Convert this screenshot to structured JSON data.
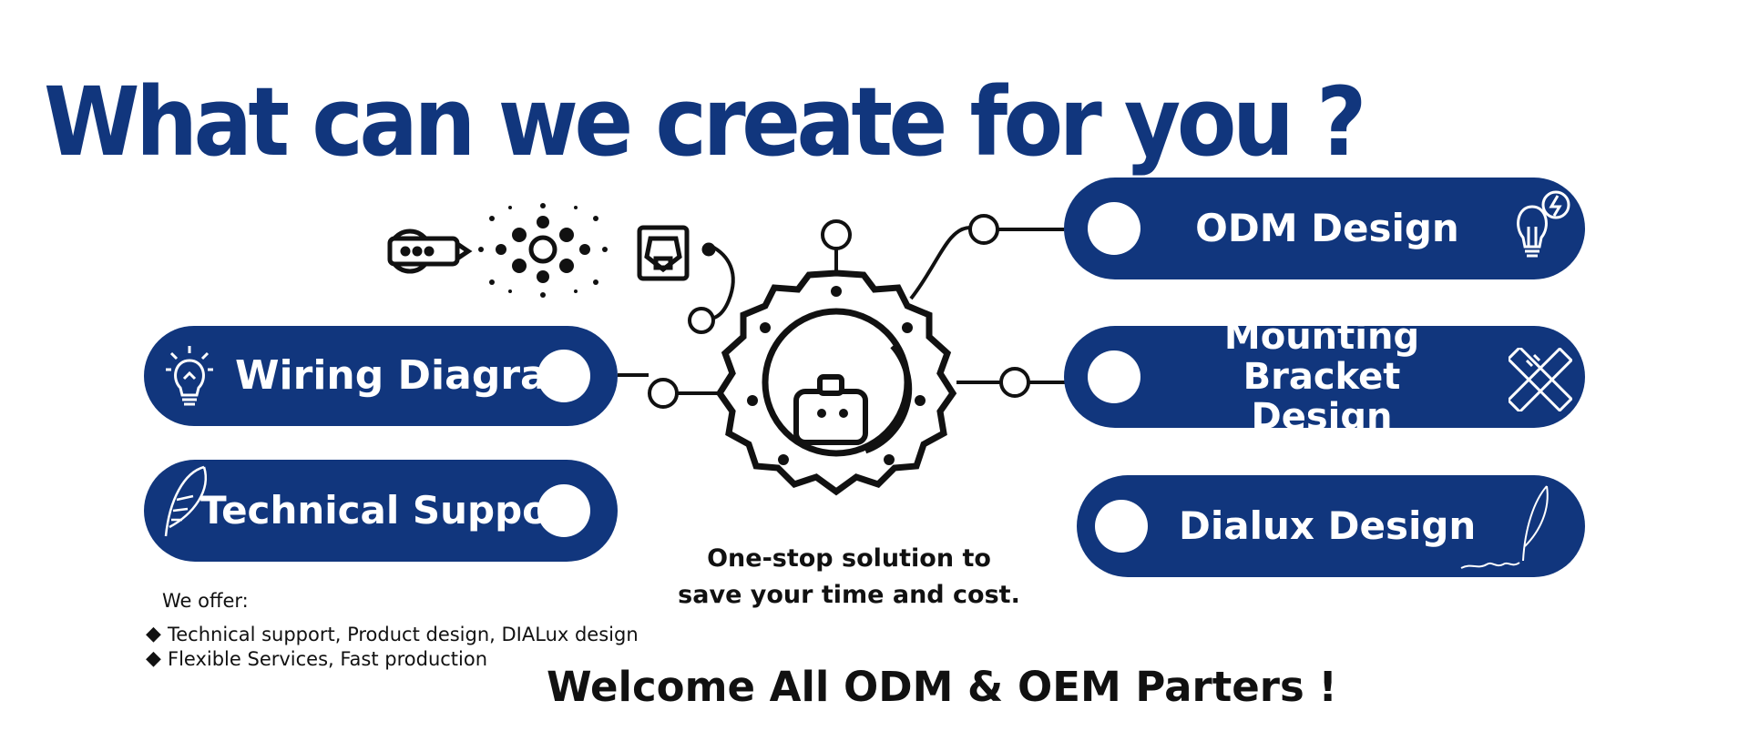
{
  "headline": "What can we create for you ?",
  "left_services": [
    {
      "label": "Wiring Diagram",
      "icon": "lightbulb-icon"
    },
    {
      "label": "Technical Support",
      "icon": "feather-icon"
    }
  ],
  "right_services": [
    {
      "label": "ODM Design",
      "icon": "idea-bulb-icon"
    },
    {
      "label": "Mounting Bracket\nDesign",
      "icon": "ruler-pencil-icon"
    },
    {
      "label": "Dialux Design",
      "icon": "quill-signature-icon"
    }
  ],
  "center": {
    "icon": "gear-robot-icon",
    "caption_line1": "One-stop solution to",
    "caption_line2": "save your time and cost."
  },
  "offer": {
    "title": "We offer:",
    "items": [
      "Technical support, Product design, DIALux design",
      " Flexible Services, Fast production"
    ],
    "bullet": "◆"
  },
  "welcome": "Welcome All ODM & OEM Parters !",
  "colors": {
    "brand_blue": "#11367d",
    "text": "#111111",
    "background": "#ffffff"
  }
}
